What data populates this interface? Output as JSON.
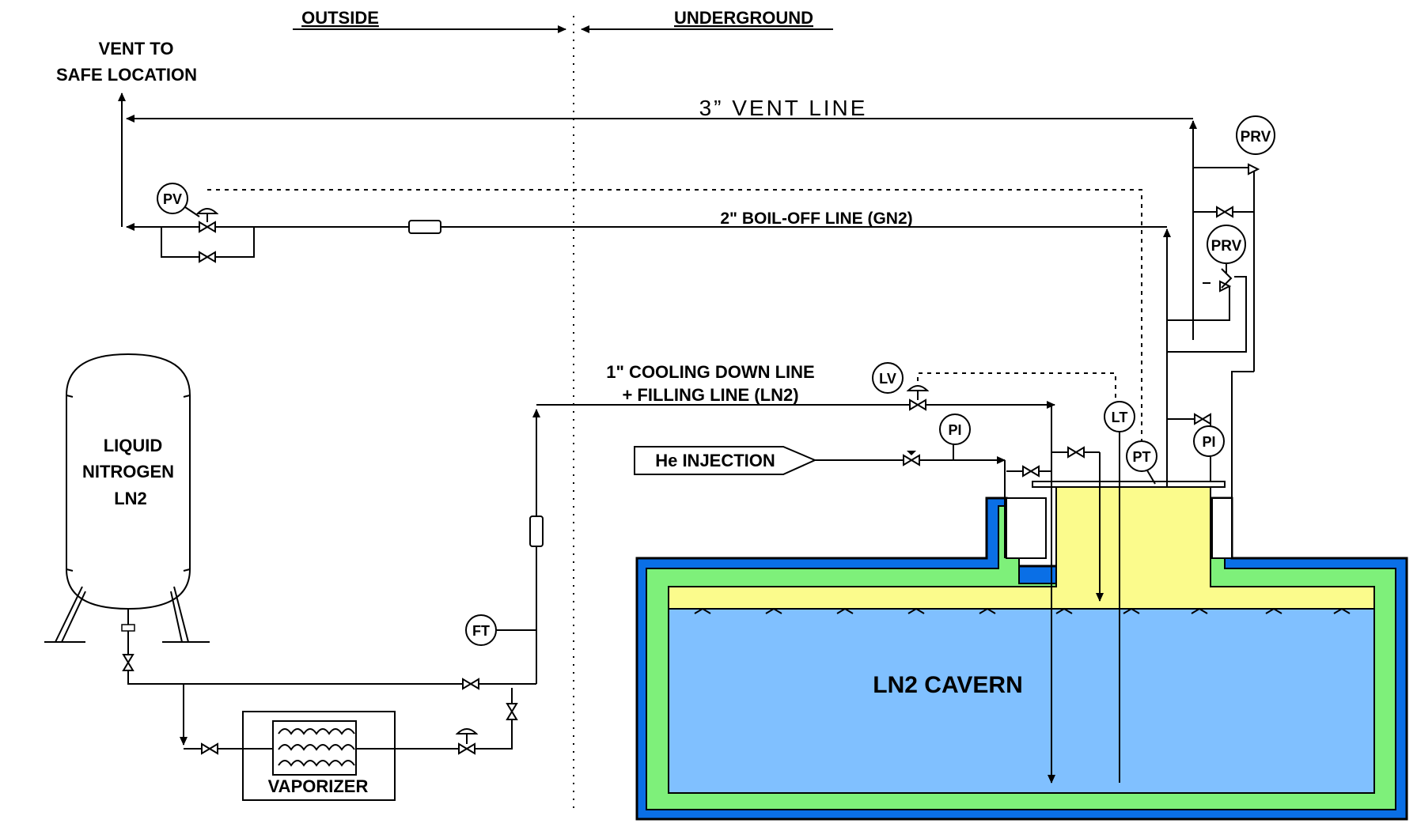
{
  "zones": {
    "outside": "OUTSIDE",
    "underground": "UNDERGROUND"
  },
  "vent": {
    "line1": "VENT TO",
    "line2": "SAFE LOCATION"
  },
  "lines": {
    "vent_line": "3” VENT LINE",
    "boil_off": "2\" BOIL-OFF LINE (GN2)",
    "cooling_1": "1\" COOLING DOWN LINE",
    "cooling_2": "+ FILLING LINE (LN2)"
  },
  "tank": {
    "line1": "LIQUID",
    "line2": "NITROGEN",
    "line3": "LN2"
  },
  "vaporizer": "VAPORIZER",
  "he_injection": "He INJECTION",
  "cavern": "LN2 CAVERN",
  "instruments": {
    "pv": "PV",
    "prv_top": "PRV",
    "prv_mid": "PRV",
    "lv": "LV",
    "pi_left": "PI",
    "lt": "LT",
    "pt": "PT",
    "pi_right": "PI",
    "ft": "FT"
  },
  "colors": {
    "outer_shell": "#0a6fe6",
    "insulation": "#7ef07a",
    "gas_space": "#fbfb8c",
    "liquid": "#80c0ff"
  }
}
